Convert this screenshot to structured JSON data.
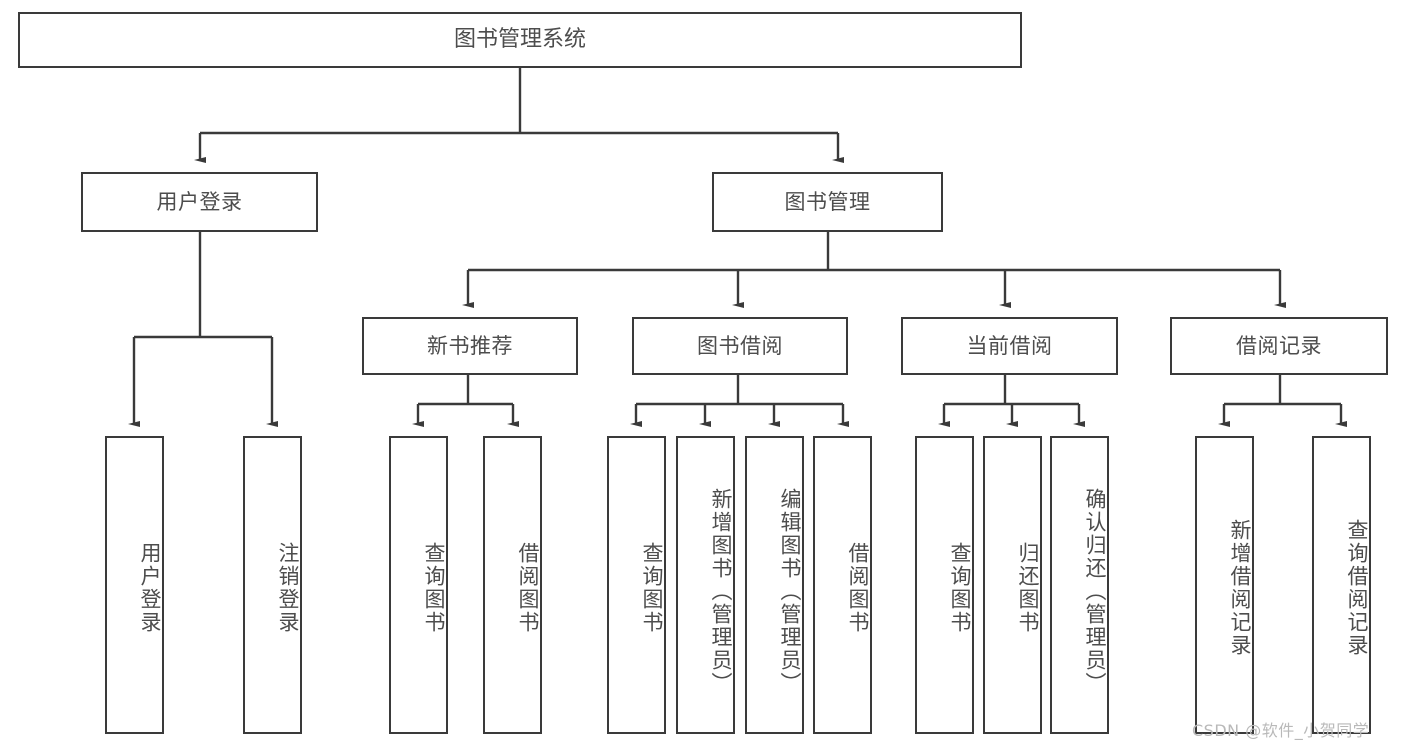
{
  "diagram": {
    "title": "图书管理系统",
    "root": {
      "label": "图书管理系统"
    },
    "level1": [
      {
        "label": "用户登录"
      },
      {
        "label": "图书管理"
      }
    ],
    "level2": [
      {
        "label": "新书推荐"
      },
      {
        "label": "图书借阅"
      },
      {
        "label": "当前借阅"
      },
      {
        "label": "借阅记录"
      }
    ],
    "leaves": {
      "user_login": [
        {
          "label": "用户登录"
        },
        {
          "label": "注销登录"
        }
      ],
      "new_book_recommend": [
        {
          "label": "查询图书"
        },
        {
          "label": "借阅图书"
        }
      ],
      "book_borrow": [
        {
          "label": "查询图书"
        },
        {
          "label": "新增图书（管理员）"
        },
        {
          "label": "编辑图书（管理员）"
        },
        {
          "label": "借阅图书"
        }
      ],
      "current_borrow": [
        {
          "label": "查询图书"
        },
        {
          "label": "归还图书"
        },
        {
          "label": "确认归还（管理员）"
        }
      ],
      "borrow_record": [
        {
          "label": "新增借阅记录"
        },
        {
          "label": "查询借阅记录"
        }
      ]
    },
    "watermark": "CSDN @软件_小贺同学",
    "colors": {
      "box_border": "#3a3a3a",
      "box_fill": "#ffffff",
      "text": "#4d4d4d",
      "connector": "#3a3a3a",
      "background": "#ffffff",
      "watermark": "#b9b9b9"
    }
  }
}
